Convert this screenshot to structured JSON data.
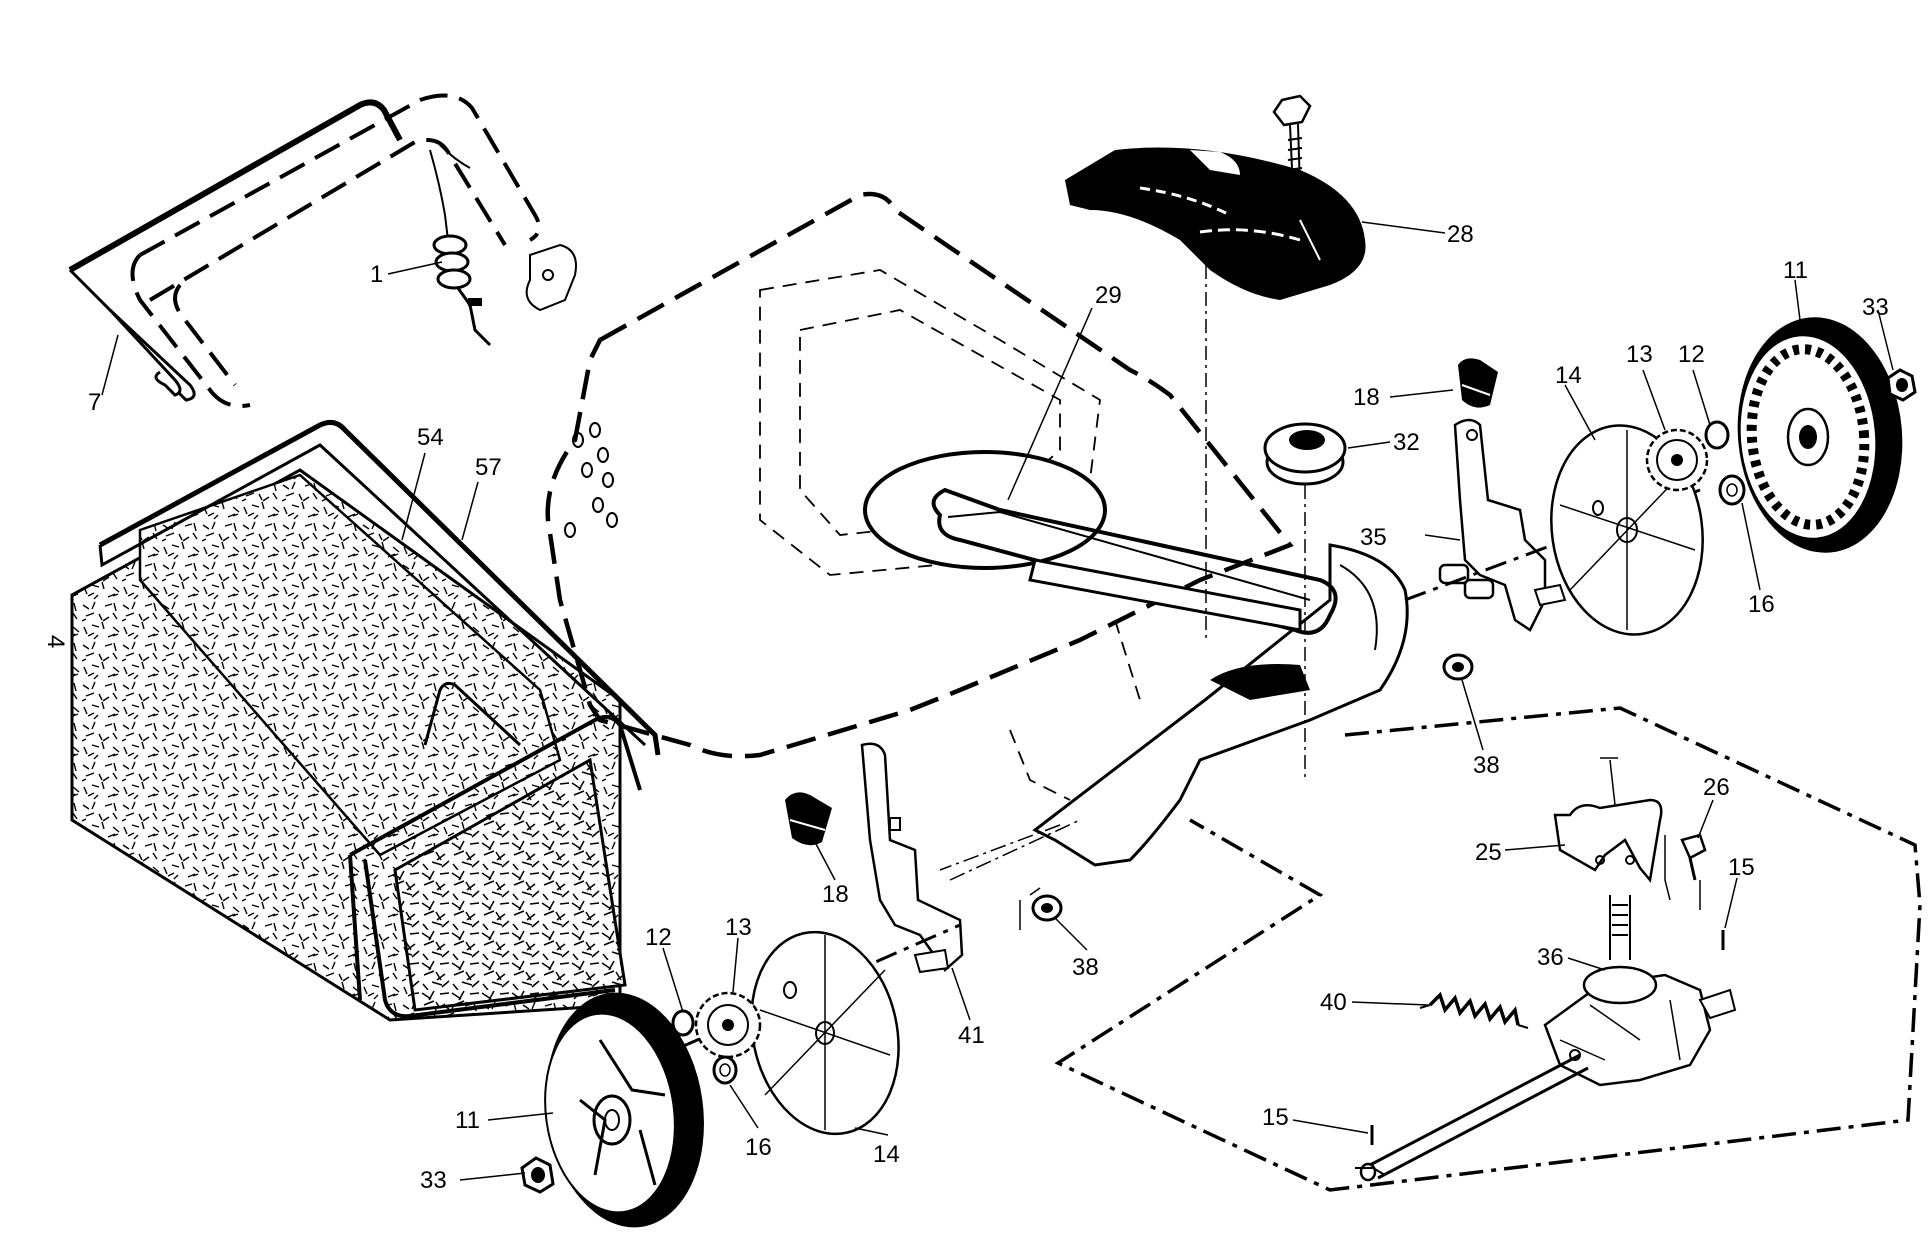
{
  "callouts": [
    {
      "id": "c1",
      "text": "1"
    },
    {
      "id": "c7",
      "text": "7"
    },
    {
      "id": "c4",
      "text": "4"
    },
    {
      "id": "c54",
      "text": "54"
    },
    {
      "id": "c57",
      "text": "57"
    },
    {
      "id": "c29",
      "text": "29"
    },
    {
      "id": "c28",
      "text": "28"
    },
    {
      "id": "c11a",
      "text": "11"
    },
    {
      "id": "c33a",
      "text": "33"
    },
    {
      "id": "c18a",
      "text": "18"
    },
    {
      "id": "c32",
      "text": "32"
    },
    {
      "id": "c14a",
      "text": "14"
    },
    {
      "id": "c13a",
      "text": "13"
    },
    {
      "id": "c12a",
      "text": "12"
    },
    {
      "id": "c35",
      "text": "35"
    },
    {
      "id": "c16a",
      "text": "16"
    },
    {
      "id": "c38a",
      "text": "38"
    },
    {
      "id": "c26",
      "text": "26"
    },
    {
      "id": "c25",
      "text": "25"
    },
    {
      "id": "c15a",
      "text": "15"
    },
    {
      "id": "c36",
      "text": "36"
    },
    {
      "id": "c40",
      "text": "40"
    },
    {
      "id": "c15b",
      "text": "15"
    },
    {
      "id": "c18b",
      "text": "18"
    },
    {
      "id": "c13b",
      "text": "13"
    },
    {
      "id": "c12b",
      "text": "12"
    },
    {
      "id": "c41",
      "text": "41"
    },
    {
      "id": "c38b",
      "text": "38"
    },
    {
      "id": "c14b",
      "text": "14"
    },
    {
      "id": "c16b",
      "text": "16"
    },
    {
      "id": "c11b",
      "text": "11"
    },
    {
      "id": "c33b",
      "text": "33"
    }
  ]
}
